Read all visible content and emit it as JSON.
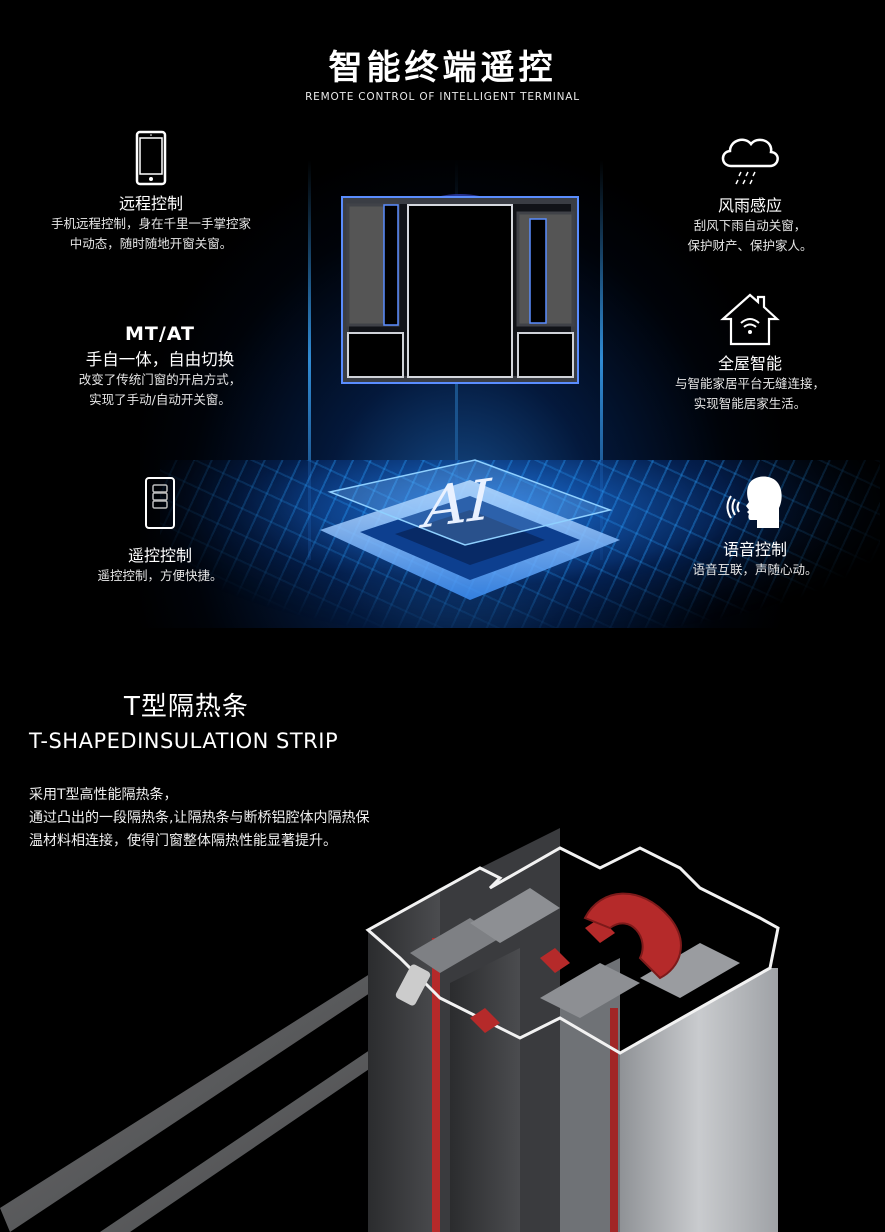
{
  "section_remote": {
    "title_cn": "智能终端遥控",
    "title_en": "REMOTE CONTROL OF INTELLIGENT TERMINAL",
    "features": [
      {
        "icon": "smartphone-icon",
        "title": "远程控制",
        "desc_lines": [
          "手机远程控制，身在千里一手掌控家",
          "中动态，随时随地开窗关窗。"
        ]
      },
      {
        "icon": "none",
        "big": "MT/AT",
        "title": "手自一体，自由切换",
        "desc_lines": [
          "改变了传统门窗的开启方式，",
          "实现了手动/自动开关窗。"
        ]
      },
      {
        "icon": "remote-control-icon",
        "title": "遥控控制",
        "desc_lines": [
          "遥控控制，方便快捷。"
        ]
      },
      {
        "icon": "rain-cloud-icon",
        "title": "风雨感应",
        "desc_lines": [
          "刮风下雨自动关窗，",
          "保护财产、保护家人。"
        ]
      },
      {
        "icon": "smart-home-wifi-icon",
        "title": "全屋智能",
        "desc_lines": [
          "与智能家居平台无缝连接，",
          "实现智能居家生活。"
        ]
      },
      {
        "icon": "voice-head-icon",
        "title": "语音控制",
        "desc_lines": [
          "语音互联，声随心动。"
        ]
      }
    ],
    "chip_label": "AI",
    "colors": {
      "glow": "#2a8cff",
      "window_frame": "#3c3f46",
      "window_edge": "#4a8cff"
    }
  },
  "section_strip": {
    "title_cn": "T型隔热条",
    "title_en": "T-SHAPEDINSULATION STRIP",
    "desc_lines": [
      "采用T型高性能隔热条，",
      "通过凸出的一段隔热条,让隔热条与断桥铝腔体内隔热保",
      "温材料相连接，使得门窗整体隔热性能显著提升。"
    ],
    "colors": {
      "aluminum": "#b9bbbe",
      "insulation_red": "#b52a2a",
      "background": "#000000"
    }
  }
}
